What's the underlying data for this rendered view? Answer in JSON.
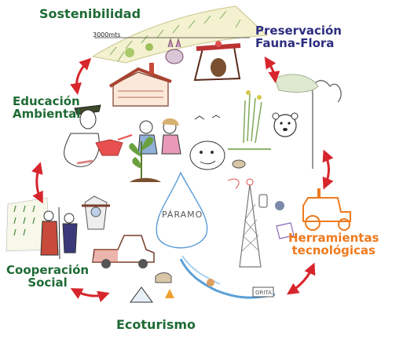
{
  "labels": {
    "sostenibilidad": "Sostenibilidad",
    "preservacion_line1": "Preservación",
    "preservacion_line2": "Fauna-Flora",
    "educacion_line1": "Educación",
    "educacion_line2": "Ambiental",
    "herramientas_line1": "Herramientas",
    "herramientas_line2": "tecnológicas",
    "cooperacion_line1": "Cooperación",
    "cooperacion_line2": "Social",
    "ecoturismo": "Ecoturismo"
  },
  "sketch_text": {
    "paramo": "PÁRAMO",
    "altitude": "3000mts",
    "sign": "ORITA"
  },
  "colors": {
    "green_label": "#1f6b35",
    "navy_label": "#2d2e7f",
    "orange_label": "#ee7a1e",
    "arrow_red": "#d8252c"
  }
}
